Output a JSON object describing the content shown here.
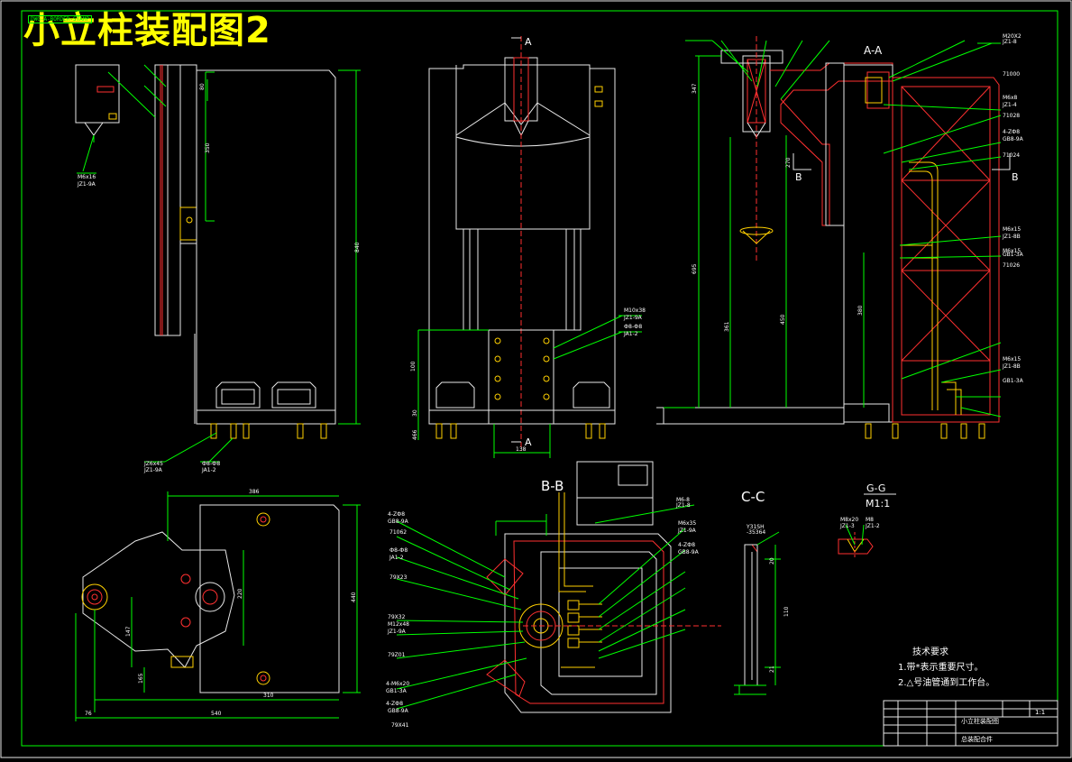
{
  "drawing": {
    "title": "小立柱装配图2",
    "tag": "DWG-A-BORDER-STAMP"
  },
  "sections": {
    "aa": "A-A",
    "bb": "B-B",
    "cc": "C-C",
    "gg": "G-G",
    "gg_scale": "M1:1",
    "a_mark": "A",
    "b_mark": "B"
  },
  "notes": {
    "heading": "技术要求",
    "items": [
      "1.带*表示重要尺寸。",
      "2.△号油管通到工作台。"
    ]
  },
  "callouts": {
    "v1": [
      "M6x16",
      "JZ1-9A",
      "JZ6x45",
      "JZ1-9A",
      "Ф8-Ф8",
      "JA1-2"
    ],
    "v2": [
      "M10x38",
      "JZ1-9A",
      "Ф8-Ф8",
      "JA1-2"
    ],
    "v3": [
      "M20X2",
      "JZ1-8",
      "71000",
      "M6x8",
      "JZ1-4",
      "71028",
      "4-ZФ8",
      "GB8-9A",
      "71024",
      "M6x15",
      "JZ1-8B",
      "M6x15",
      "GB1-3A",
      "71026",
      "M6x15",
      "JZ1-8B",
      "GB1-3A"
    ],
    "bb": [
      "4-ZФ8",
      "GB8-9A",
      "71062",
      "Ф8-Ф8",
      "JA1-2",
      "79X23",
      "79X32",
      "M12x48",
      "JZ1-9A",
      "79Z01",
      "4-M6x20",
      "GB1-3A",
      "4-ZФ8",
      "GB8-9A",
      "79X41",
      "M6-8",
      "JZ1-8",
      "M6x35",
      "JZ1-9A",
      "4-ZФ8",
      "GB8-9A"
    ],
    "cc": [
      "Y31SH",
      "-35364"
    ],
    "gg": [
      "M8x20",
      "JZ1-3",
      "M8",
      "JZ1-2"
    ]
  },
  "dims": {
    "v1": [
      "80",
      "350",
      "840"
    ],
    "v2": [
      "138",
      "100",
      "30",
      "466"
    ],
    "v3": [
      "347",
      "270",
      "695",
      "361",
      "450",
      "380"
    ],
    "plan": [
      "386",
      "540",
      "220",
      "147",
      "165",
      "310",
      "76",
      "440"
    ],
    "cc": [
      "20",
      "21",
      "110"
    ]
  },
  "title_block": {
    "name": "小立柱装配图",
    "material": "总装配合件",
    "scale": "1:1"
  },
  "colors": {
    "frame": "#00ff00",
    "title": "#ffff00",
    "line": "#e8e8e8",
    "hatch": "#ff3030",
    "pipe": "#ffd000"
  }
}
